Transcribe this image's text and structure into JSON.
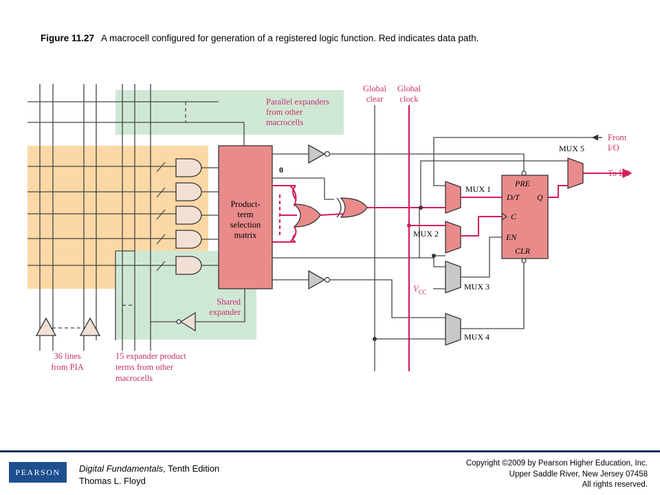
{
  "caption": {
    "figure_label": "Figure 11.27",
    "text": "A macrocell configured for generation of a registered logic function. Red indicates data path."
  },
  "diagram": {
    "labels": {
      "parallel_expanders": [
        "Parallel expanders",
        "from other",
        "macrocells"
      ],
      "global_clear": [
        "Global",
        "clear"
      ],
      "global_clock": [
        "Global",
        "clock"
      ],
      "from_io": [
        "From",
        "I/O"
      ],
      "mux5": "MUX 5",
      "to_io": "To I/O",
      "zero": "0",
      "mux1": "MUX 1",
      "mux2": "MUX 2",
      "mux3": "MUX 3",
      "mux4": "MUX 4",
      "vcc": "V",
      "vcc_sub": "CC",
      "product_term": [
        "Product-",
        "term",
        "selection",
        "matrix"
      ],
      "ff_pre": "PRE",
      "ff_dt": "D/T",
      "ff_q": "Q",
      "ff_c": "C",
      "ff_en": "EN",
      "ff_clr": "CLR",
      "shared_expander": [
        "Shared",
        "expander"
      ],
      "lines_36": [
        "36 lines",
        "from PIA"
      ],
      "expander_15": [
        "15 expander product",
        "terms from other",
        "macrocells"
      ]
    },
    "colors": {
      "data_path": "#d81b5a",
      "block_fill": "#ea8b8b",
      "gate_fill": "#f2e0d4",
      "green_region": "#cfe8d6",
      "orange_region": "#fbd8a6",
      "label_text": "#c8306a",
      "mux_fill": "#c8c8c8"
    }
  },
  "footer": {
    "logo": "PEARSON",
    "book_title": "Digital Fundamentals",
    "book_edition": ", Tenth Edition",
    "author": "Thomas L. Floyd",
    "copyright": "Copyright ©2009 by Pearson Higher Education, Inc.",
    "address": "Upper Saddle River, New Jersey 07458",
    "rights": "All rights reserved."
  }
}
